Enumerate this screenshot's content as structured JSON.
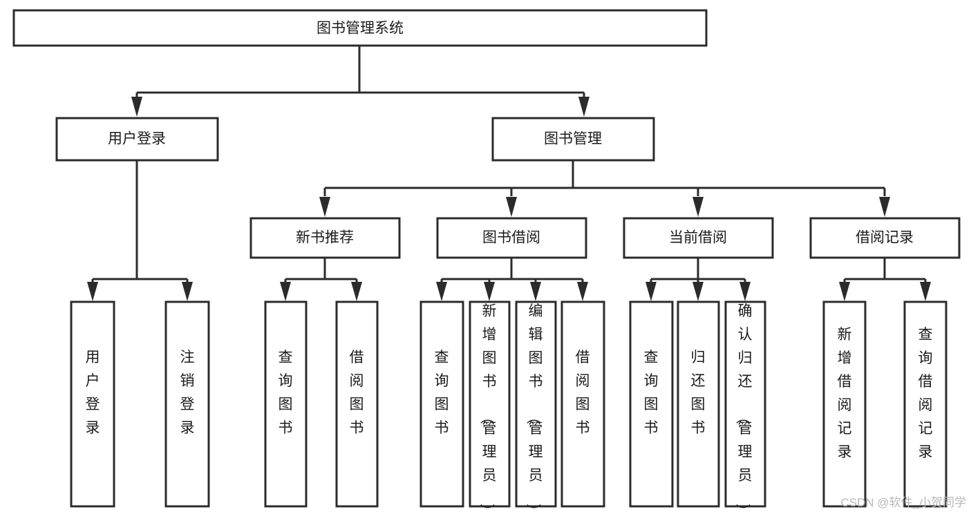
{
  "diagram": {
    "type": "tree",
    "title": "图书管理系统",
    "orientation": "top-down",
    "root": {
      "id": "root",
      "label": "图书管理系统",
      "level": 0
    },
    "level1": [
      {
        "id": "user-login",
        "label": "用户登录",
        "level": 1
      },
      {
        "id": "book-management",
        "label": "图书管理",
        "level": 1
      }
    ],
    "level2": [
      {
        "id": "new-book-recommend",
        "label": "新书推荐",
        "parent": "book-management",
        "level": 2
      },
      {
        "id": "book-borrow",
        "label": "图书借阅",
        "parent": "book-management",
        "level": 2
      },
      {
        "id": "current-borrow",
        "label": "当前借阅",
        "parent": "book-management",
        "level": 2
      },
      {
        "id": "borrow-record",
        "label": "借阅记录",
        "parent": "book-management",
        "level": 2
      }
    ],
    "leaves": [
      {
        "id": "leaf-user-login",
        "label": "用户登录",
        "parent": "user-login"
      },
      {
        "id": "leaf-logout-login",
        "label": "注销登录",
        "parent": "user-login"
      },
      {
        "id": "leaf-query-book-1",
        "label": "查询图书",
        "parent": "new-book-recommend"
      },
      {
        "id": "leaf-borrow-book-1",
        "label": "借阅图书",
        "parent": "new-book-recommend"
      },
      {
        "id": "leaf-query-book-2",
        "label": "查询图书",
        "parent": "book-borrow"
      },
      {
        "id": "leaf-add-book",
        "label": "新增图书（管理员）",
        "parent": "book-borrow"
      },
      {
        "id": "leaf-edit-book",
        "label": "编辑图书（管理员）",
        "parent": "book-borrow"
      },
      {
        "id": "leaf-borrow-book-2",
        "label": "借阅图书",
        "parent": "book-borrow"
      },
      {
        "id": "leaf-query-book-3",
        "label": "查询图书",
        "parent": "current-borrow"
      },
      {
        "id": "leaf-return-book",
        "label": "归还图书",
        "parent": "current-borrow"
      },
      {
        "id": "leaf-confirm-return",
        "label": "确认归还（管理员）",
        "parent": "current-borrow"
      },
      {
        "id": "leaf-add-record",
        "label": "新增借阅记录",
        "parent": "borrow-record"
      },
      {
        "id": "leaf-query-record",
        "label": "查询借阅记录",
        "parent": "borrow-record"
      }
    ],
    "colors": {
      "box_fill": "#ffffff",
      "box_stroke": "#2b2b2b",
      "text": "#1a1a1a",
      "background": "#ffffff",
      "watermark": "#b8b8b8"
    }
  },
  "watermark": {
    "text": "CSDN @软件_小贺同学"
  }
}
